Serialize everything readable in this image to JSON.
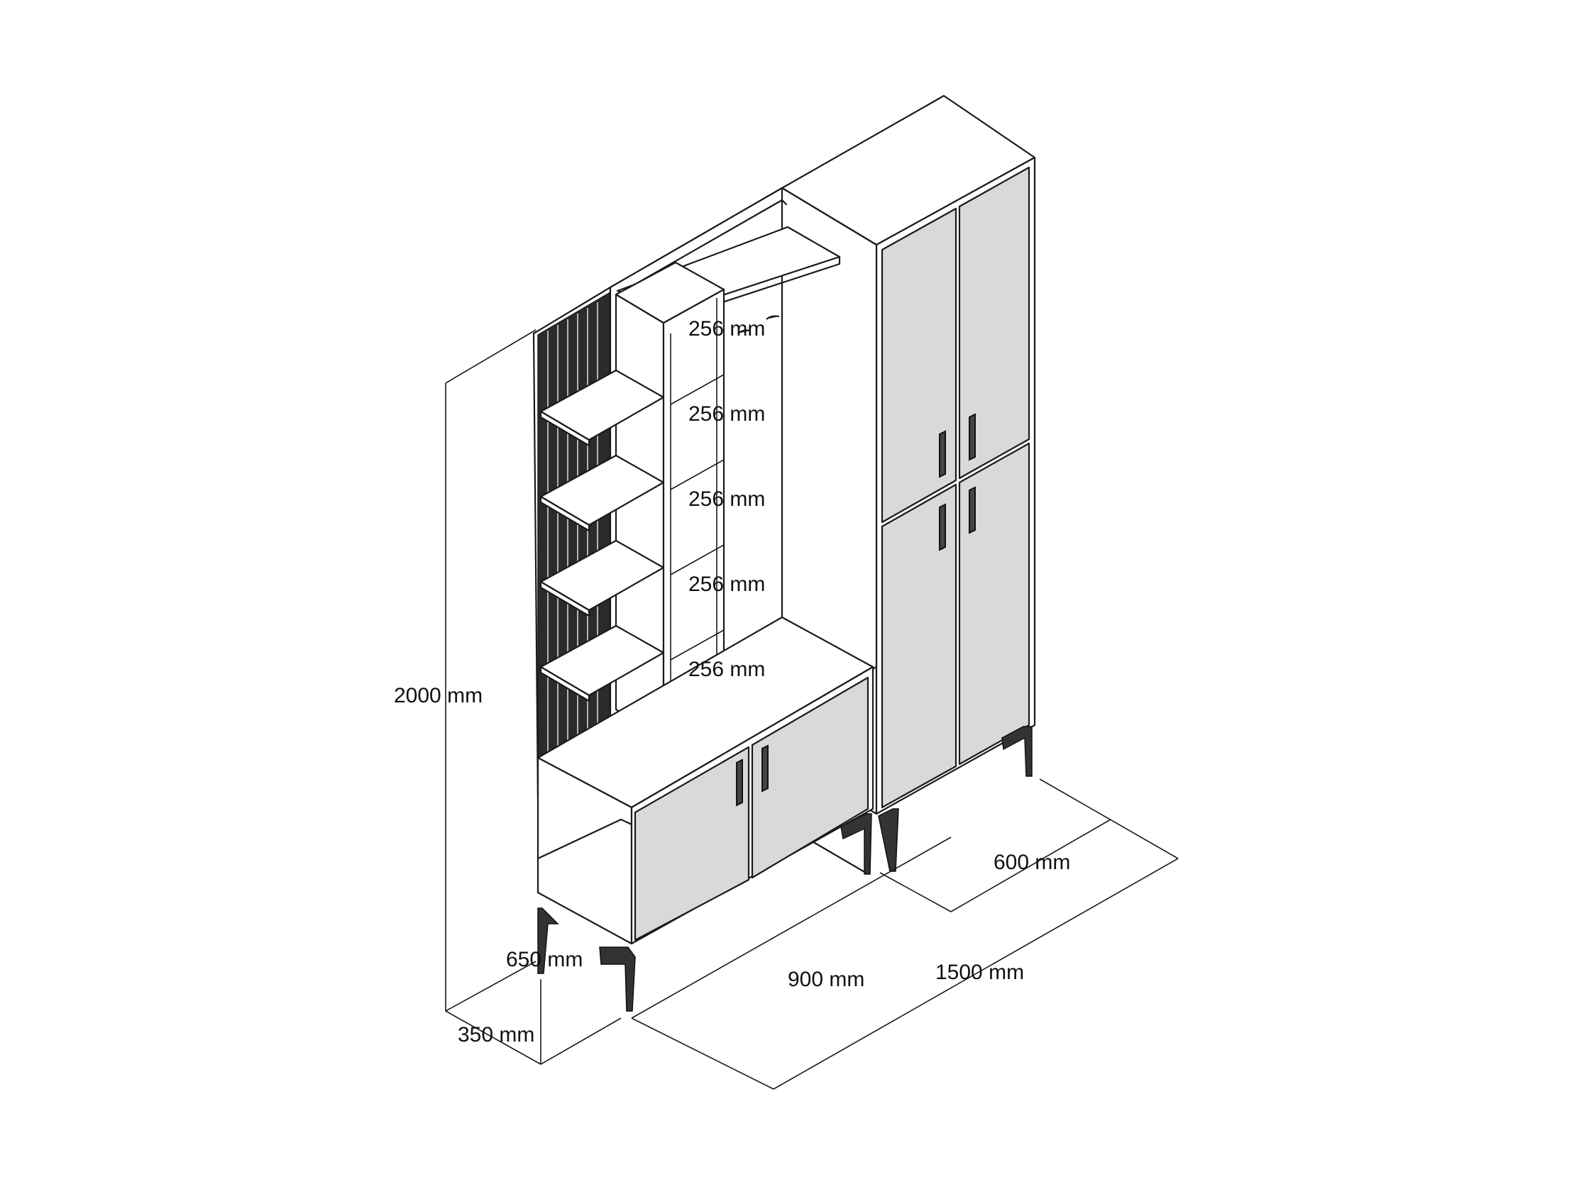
{
  "diagram": {
    "dimensions": {
      "total_height": "2000 mm",
      "shelf_1": "256 mm",
      "shelf_2": "256 mm",
      "shelf_3": "256 mm",
      "shelf_4": "256 mm",
      "shelf_5": "256 mm",
      "bench_height": "650 mm",
      "depth": "350 mm",
      "bench_width": "900 mm",
      "total_width": "1500 mm",
      "cabinet_width": "600 mm"
    },
    "colors": {
      "line": "#1a1a1a",
      "door_fill": "#d9d9d9",
      "slat_panel": "#2b2b2b",
      "background": "#ffffff"
    }
  }
}
